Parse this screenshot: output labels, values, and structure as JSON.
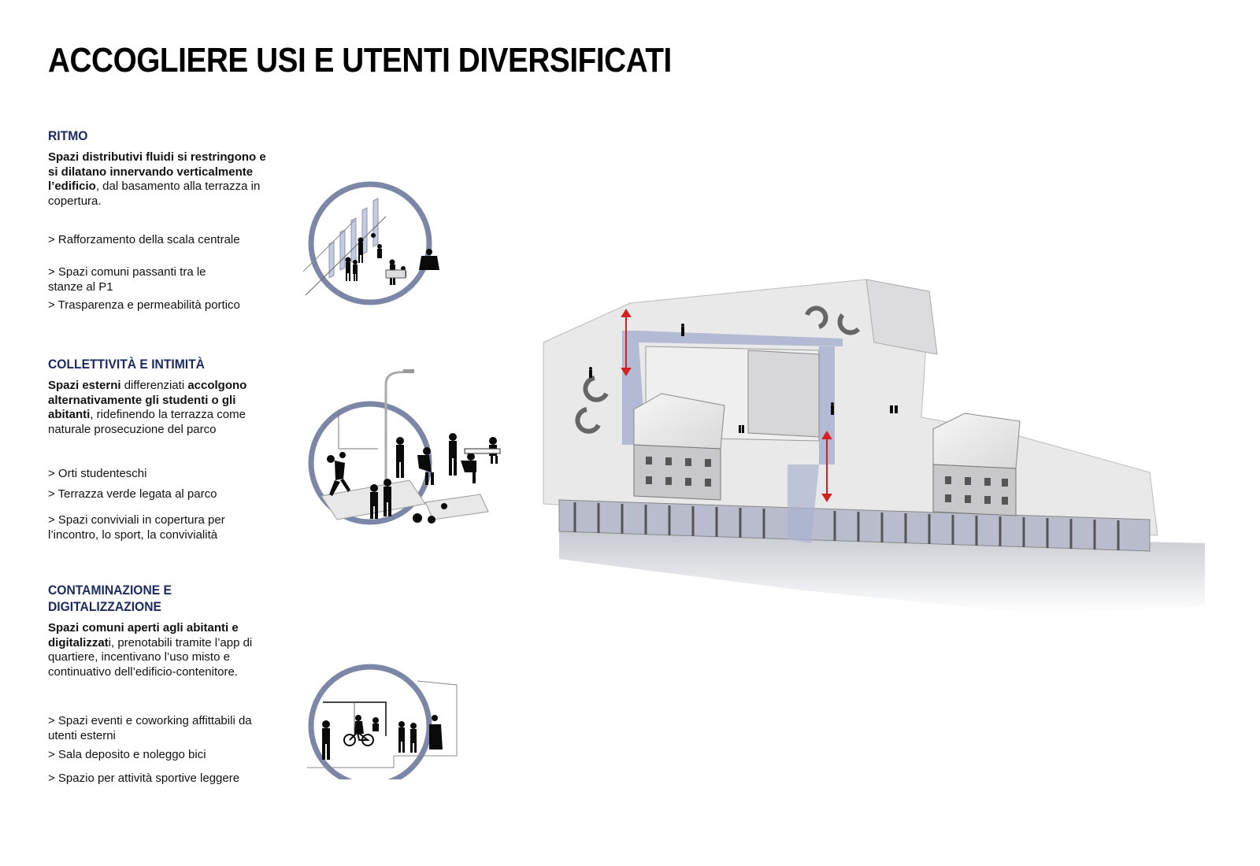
{
  "title": "ACCOGLIERE USI E UTENTI DIVERSIFICATI",
  "sections": [
    {
      "heading": "RITMO",
      "body": [
        {
          "t": "Spazi distributivi fluidi si restringono e si dilatano innervando verticalmente l’edificio",
          "b": true
        },
        {
          "t": ", dal basamento alla terrazza in copertura.",
          "b": false
        }
      ],
      "bullets": [
        "> Rafforzamento della scala centrale",
        "> Spazi comuni passanti tra le stanze al P1",
        "> Trasparenza e permeabilità portico"
      ]
    },
    {
      "heading": "COLLETTIVITÀ E INTIMITÀ",
      "body": [
        {
          "t": "Spazi esterni",
          "b": true
        },
        {
          "t": " differenziati ",
          "b": false
        },
        {
          "t": "accolgono alternativamente gli studenti o gli abitanti",
          "b": true
        },
        {
          "t": ", ridefinendo la terrazza come naturale prosecuzione del parco",
          "b": false
        }
      ],
      "bullets": [
        "> Orti studenteschi",
        "> Terrazza verde legata al parco",
        "> Spazi conviviali in copertura per l’incontro, lo sport, la convivialità"
      ]
    },
    {
      "heading": "CONTAMINAZIONE E DIGITALIZZAZIONE",
      "body": [
        {
          "t": "Spazi comuni aperti agli abitanti e digitalizzat",
          "b": true
        },
        {
          "t": "i, prenotabili tramite l’app di quartiere, incentivano l’uso misto e continuativo dell’edificio-contenitore.",
          "b": false
        }
      ],
      "bullets": [
        "> Spazi eventi e coworking affittabili da utenti esterni",
        "> Sala deposito e noleggo bici",
        "> Spazio per attività sportive leggere"
      ]
    }
  ],
  "colors": {
    "heading": "#1b2a5e",
    "circle": "#7c87a8",
    "building_light": "#eeeeee",
    "building_shadow": "#b8bcc8",
    "path_blue": "#a9b3d0",
    "arrow_red": "#d42020"
  },
  "icons": [
    "stair-people-illustration",
    "park-sport-people-illustration",
    "bike-coworking-people-illustration",
    "building-axonometric-illustration"
  ]
}
